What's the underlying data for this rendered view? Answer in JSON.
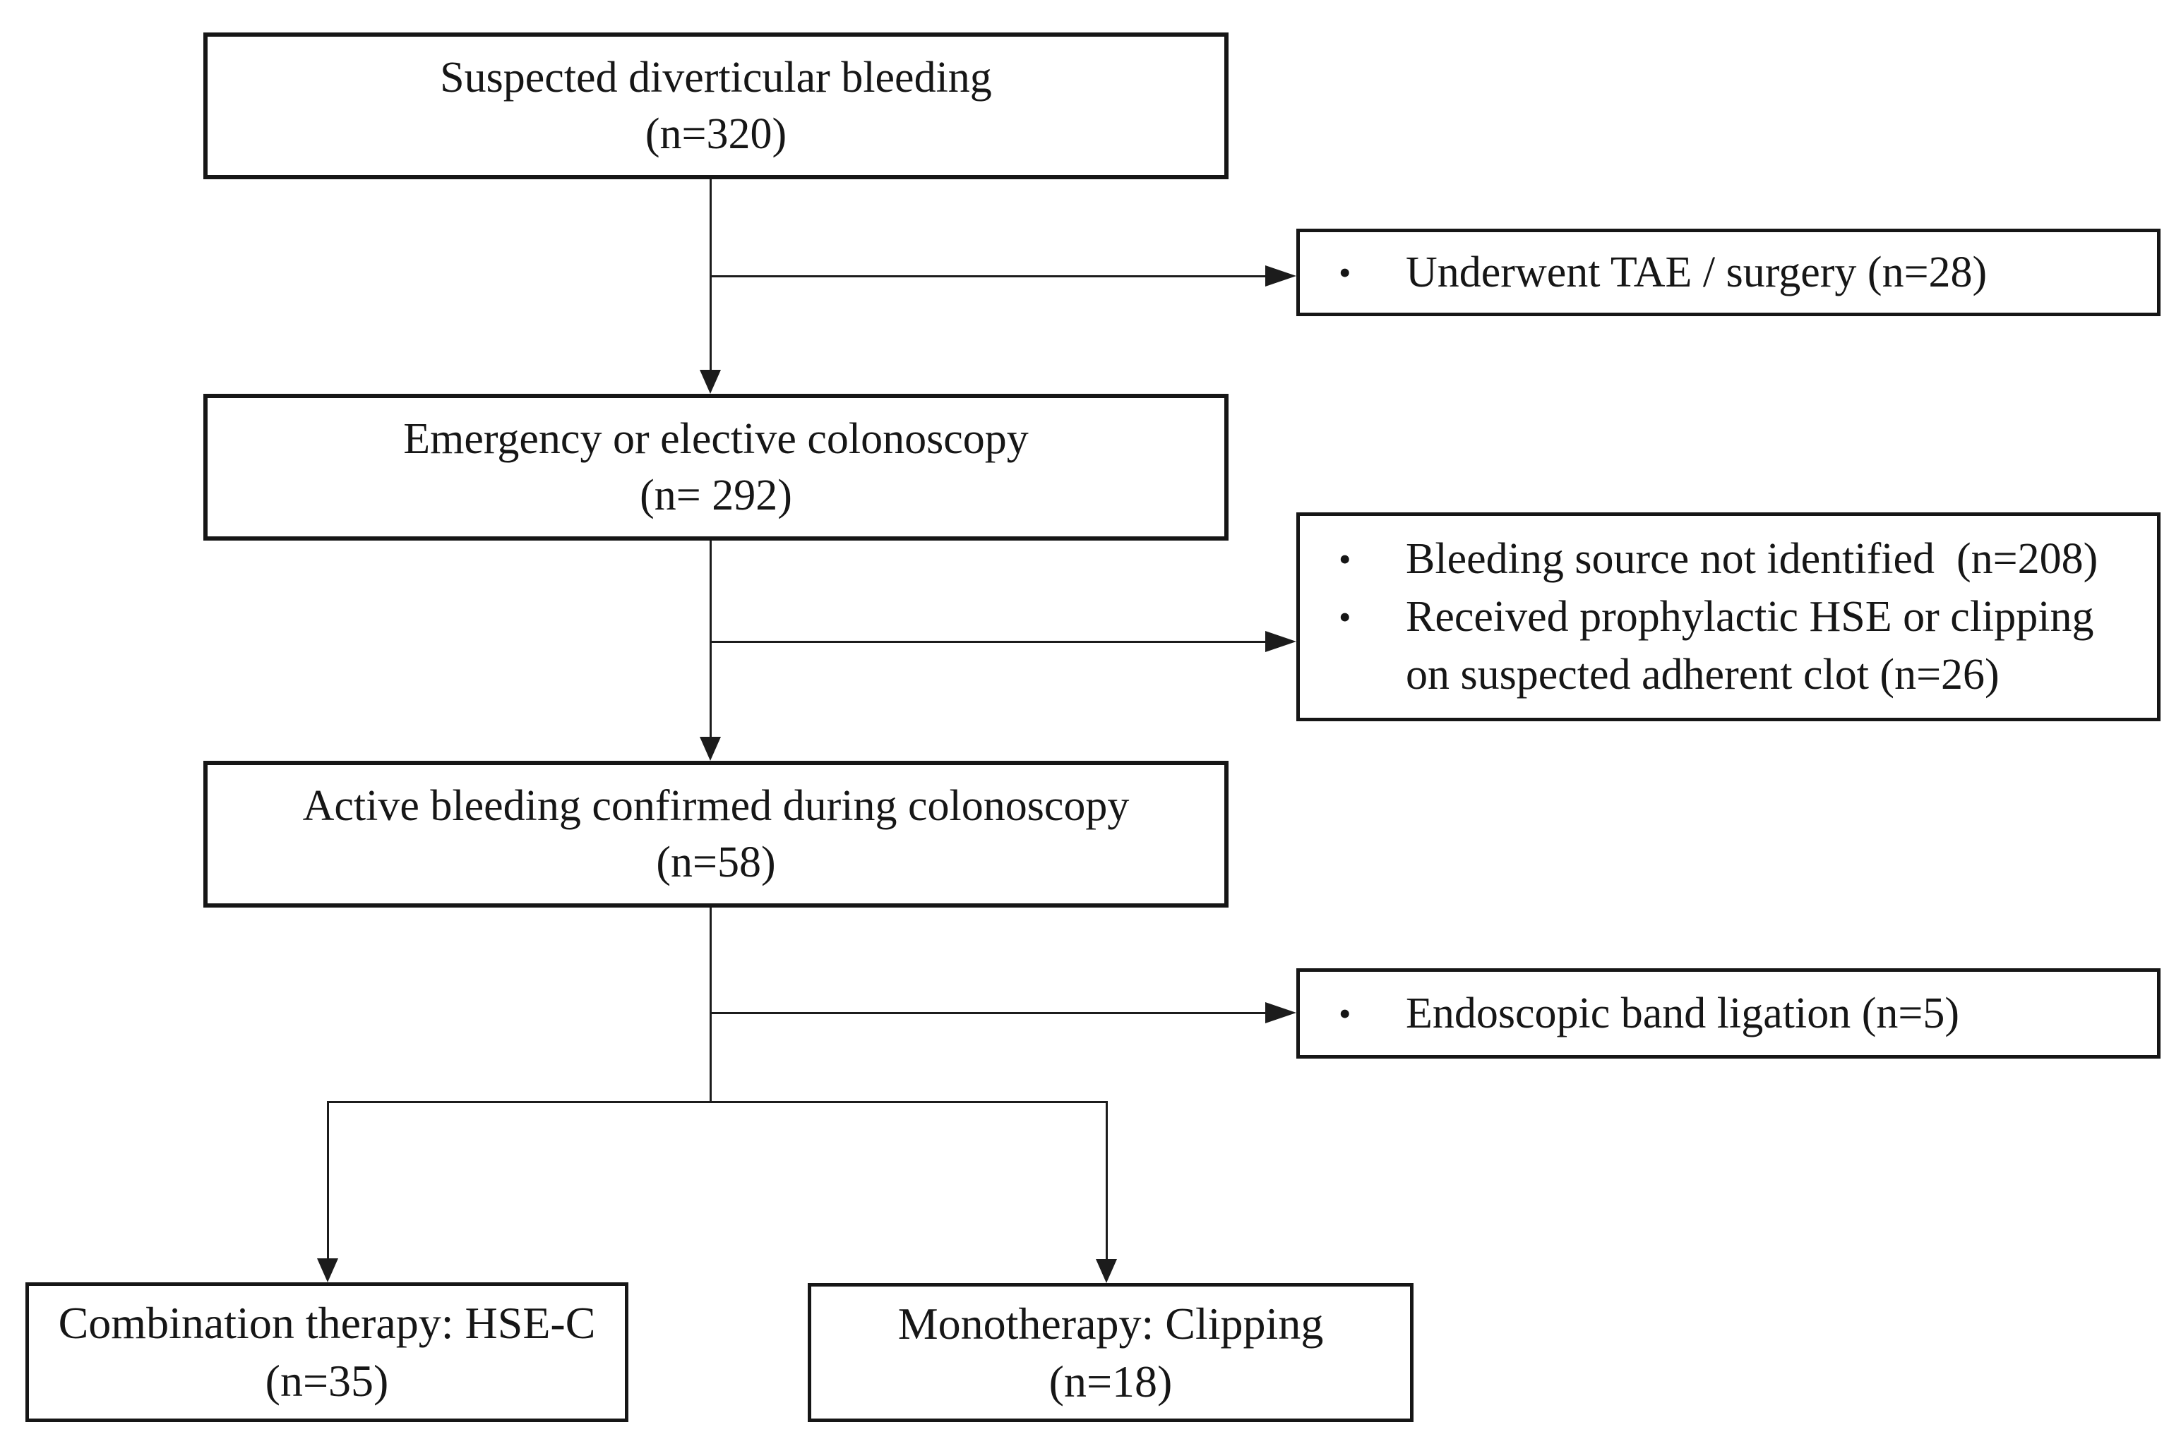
{
  "diagram": {
    "colors": {
      "ink": "#161616",
      "line": "#1c1c1c",
      "background": "#ffffff"
    },
    "bullet_char": "•",
    "boxes": {
      "suspected": {
        "line1": "Suspected diverticular bleeding",
        "line2": "(n=320)"
      },
      "tae": {
        "bullet": "•",
        "text": "Underwent TAE / surgery (n=28)"
      },
      "colonoscopy": {
        "line1": "Emergency or elective colonoscopy",
        "line2": "(n= 292)"
      },
      "source": {
        "items": [
          {
            "bullet": "•",
            "text": "Bleeding source not identified  (n=208)"
          },
          {
            "bullet": "•",
            "text": "Received prophylactic HSE or clipping"
          },
          {
            "bullet": "",
            "text": "on suspected adherent clot (n=26)"
          }
        ]
      },
      "active": {
        "line1": "Active bleeding confirmed during colonoscopy",
        "line2": "(n=58)"
      },
      "ligation": {
        "bullet": "•",
        "text": "Endoscopic band ligation (n=5)"
      },
      "combination": {
        "line1": "Combination therapy: HSE-C",
        "line2": "(n=35)"
      },
      "monotherapy": {
        "line1": "Monotherapy: Clipping",
        "line2": "(n=18)"
      }
    }
  }
}
